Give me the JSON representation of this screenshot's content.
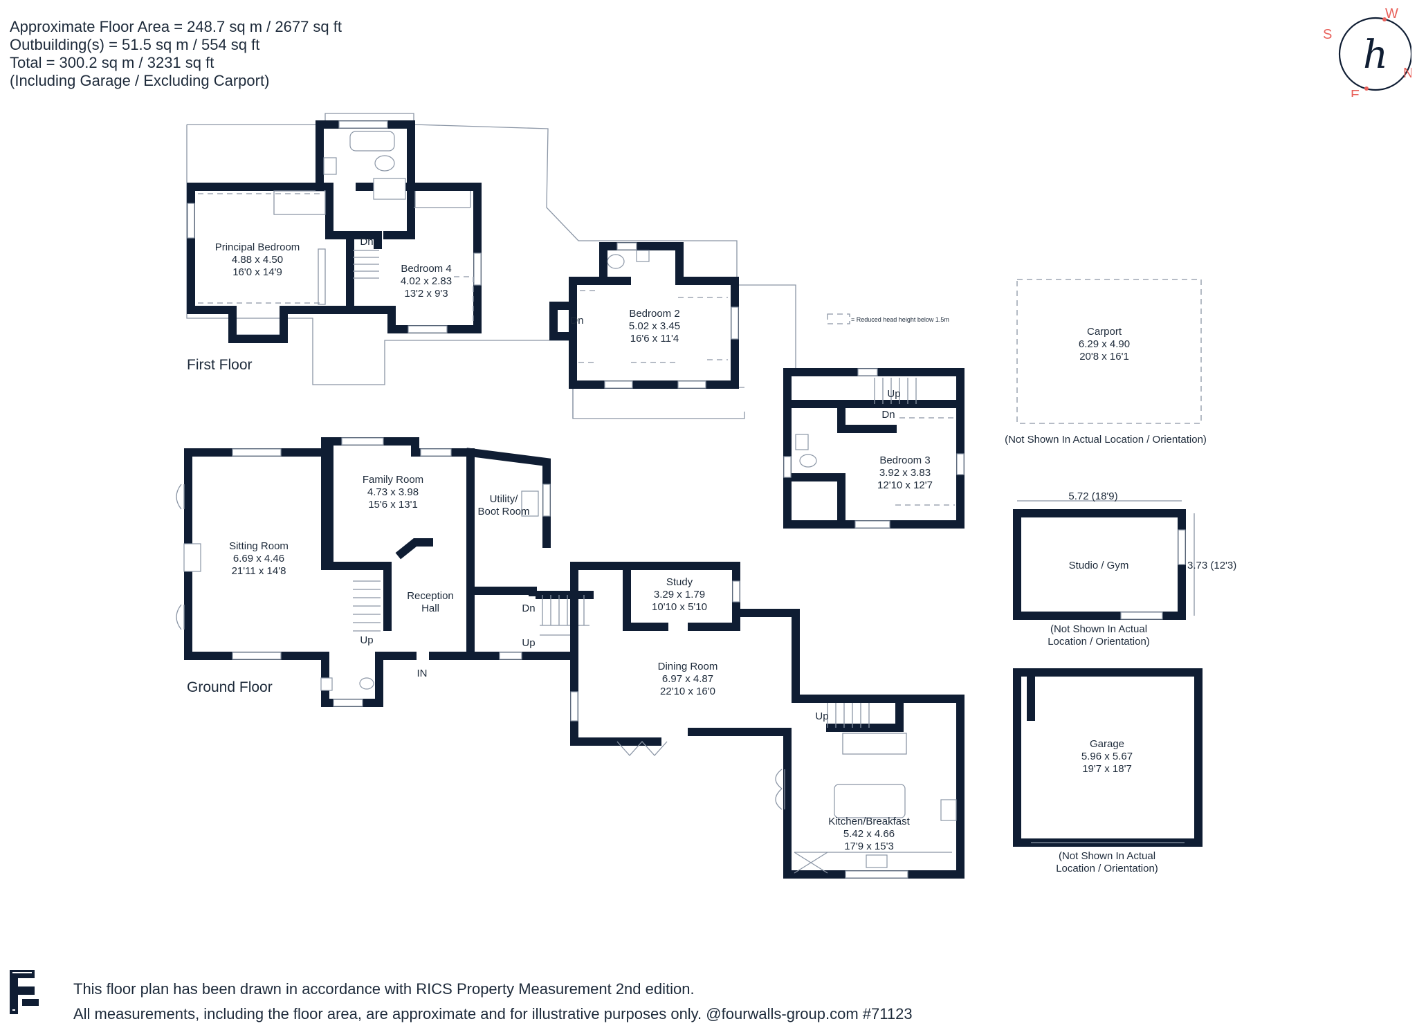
{
  "header": {
    "line1": "Approximate Floor Area = 248.7 sq m / 2677 sq ft",
    "line2": "Outbuilding(s) = 51.5 sq m / 554 sq ft",
    "line3": "Total = 300.2 sq m / 3231 sq ft",
    "line4": "(Including Garage / Excluding Carport)"
  },
  "compass": {
    "s": "S",
    "w": "W",
    "n": "N",
    "e": "E",
    "logo": "h"
  },
  "floors": {
    "first": "First Floor",
    "ground": "Ground Floor"
  },
  "legend": {
    "reduced_head": "= Reduced head height below 1.5m"
  },
  "rooms": {
    "principal_bedroom": {
      "name": "Principal Bedroom",
      "metric": "4.88 x 4.50",
      "imperial": "16'0 x 14'9"
    },
    "bedroom4": {
      "name": "Bedroom 4",
      "metric": "4.02 x 2.83",
      "imperial": "13'2 x 9'3"
    },
    "bedroom2": {
      "name": "Bedroom 2",
      "metric": "5.02 x 3.45",
      "imperial": "16'6 x 11'4"
    },
    "bedroom3": {
      "name": "Bedroom 3",
      "metric": "3.92 x 3.83",
      "imperial": "12'10 x 12'7"
    },
    "sitting_room": {
      "name": "Sitting Room",
      "metric": "6.69 x 4.46",
      "imperial": "21'11 x 14'8"
    },
    "family_room": {
      "name": "Family Room",
      "metric": "4.73 x 3.98",
      "imperial": "15'6 x 13'1"
    },
    "utility": {
      "name1": "Utility/",
      "name2": "Boot Room"
    },
    "reception": {
      "name1": "Reception",
      "name2": "Hall"
    },
    "study": {
      "name": "Study",
      "metric": "3.29 x 1.79",
      "imperial": "10'10 x 5'10"
    },
    "dining_room": {
      "name": "Dining Room",
      "metric": "6.97 x 4.87",
      "imperial": "22'10 x 16'0"
    },
    "kitchen": {
      "name": "Kitchen/Breakfast",
      "metric": "5.42 x 4.66",
      "imperial": "17'9 x 15'3"
    },
    "carport": {
      "name": "Carport",
      "metric": "6.29 x 4.90",
      "imperial": "20'8 x 16'1"
    },
    "studio": {
      "name": "Studio / Gym",
      "width": "5.72 (18'9)",
      "depth": "3.73 (12'3)"
    },
    "garage": {
      "name": "Garage",
      "metric": "5.96 x 5.67",
      "imperial": "19'7 x 18'7"
    }
  },
  "notes": {
    "carport": "(Not Shown In Actual Location / Orientation)",
    "studio1": "(Not Shown In Actual",
    "studio2": "Location / Orientation)",
    "garage1": "(Not Shown In Actual",
    "garage2": "Location / Orientation)"
  },
  "stairs": {
    "dn": "Dn",
    "up": "Up",
    "in": "IN"
  },
  "footer": {
    "line1": "This floor plan has been drawn in accordance with RICS Property Measurement 2nd edition.",
    "line2": "All measurements, including the floor area, are approximate and for illustrative purposes only. @fourwalls-group.com #71123"
  },
  "colors": {
    "wall": "#0f1d33",
    "text": "#1d2a3a",
    "accent": "#e8605a",
    "fixture": "#8a95a5"
  }
}
